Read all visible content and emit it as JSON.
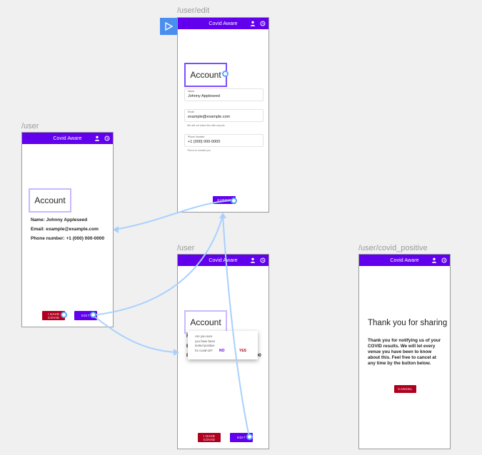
{
  "frames": {
    "user_left": {
      "label": "/user",
      "app_title": "Covid Aware",
      "heading": "Account",
      "name_line": "Name: Johnny Appleseed",
      "email_line": "Email: example@example.com",
      "phone_line": "Phone number: +1 (000) 000-0000",
      "have_covid_button": "I HAVE COVID",
      "edit_button": "EDIT"
    },
    "user_edit": {
      "label": "/user/edit",
      "app_title": "Covid Aware",
      "heading": "Account",
      "name_label": "Name",
      "name_value": "Johnny Appleseed",
      "email_label": "Email",
      "email_value": "example@example.com",
      "email_hint": "We will not share this with anyone",
      "phone_label": "Phone Number",
      "phone_value": "+1 (000) 000-0000",
      "phone_hint": "This is to contact you",
      "save_button": "SUBMIT"
    },
    "user_confirm": {
      "label": "/user",
      "app_title": "Covid Aware",
      "heading": "Account",
      "partial_name": "N",
      "partial_email": "E",
      "partial_phone": "P",
      "partial_phone_tail": "000",
      "dialog_message": "Are you sure you have been tested positive for covid-19?",
      "dialog_no": "NO",
      "dialog_yes": "YES",
      "have_covid_button": "I HAVE COVID",
      "edit_button": "EDIT"
    },
    "covid_positive": {
      "label": "/user/covid_positive",
      "app_title": "Covid Aware",
      "title": "Thank you for sharing",
      "body": "Thank you for notifying us of your COVID results. We will let every venue you have been to know about this. Feel free to cancel at any time by the button below.",
      "cancel_button": "CANCEL"
    }
  },
  "icons": [
    "play-icon",
    "person-icon",
    "history-icon"
  ],
  "colors": {
    "appbar": "#6200ee",
    "danger": "#b00020",
    "connector": "#a8d0ff",
    "selection": "#7c4dff",
    "canvas": "#f0f0f0"
  }
}
